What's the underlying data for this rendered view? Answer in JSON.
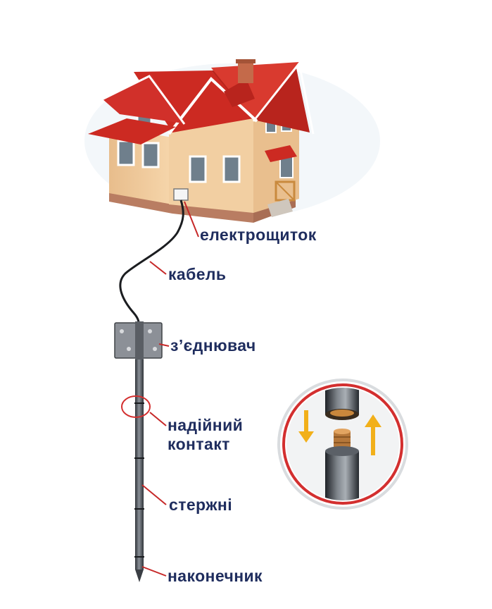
{
  "labels": {
    "panel": "електрощиток",
    "cable": "кабель",
    "connector": "з’єднювач",
    "contact_line1": "надійний",
    "contact_line2": "контакт",
    "rods": "стержні",
    "tip": "наконечник"
  },
  "colors": {
    "label_text": "#1f2d5e",
    "leader_line": "#c62828",
    "roof": "#cc2a22",
    "wall": "#f0c99a",
    "rod": "#4a4f55",
    "arrow": "#f2b01a",
    "highlight_ring": "#d32f2f"
  }
}
